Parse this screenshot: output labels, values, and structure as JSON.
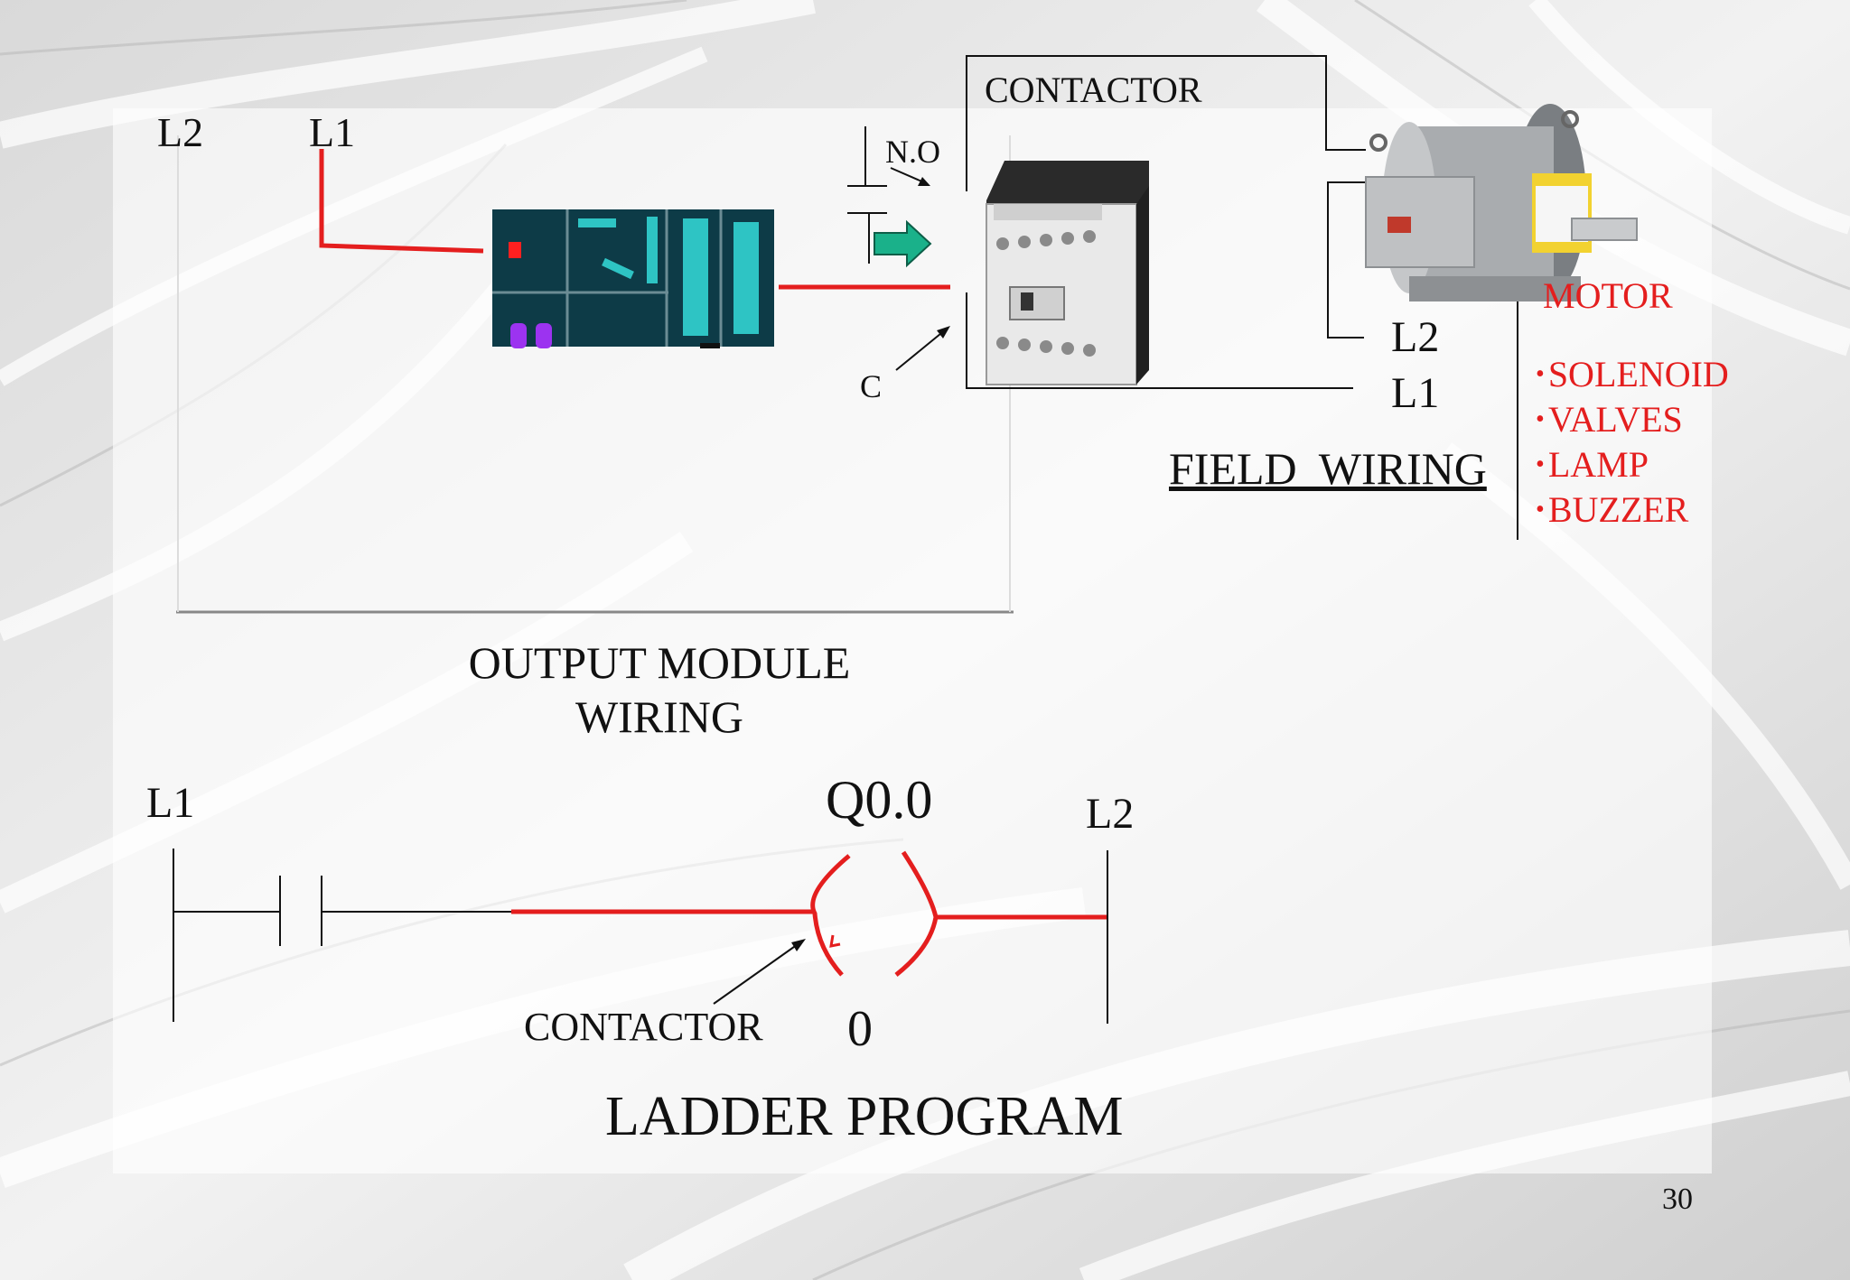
{
  "top": {
    "l2": "L2",
    "l1": "L1",
    "no": "N.O",
    "c": "C",
    "contactor": "CONTACTOR",
    "motor": "MOTOR",
    "field_l2": "L2",
    "field_l1": "L1",
    "field_wiring": "FIELD  WIRING",
    "loads": [
      "SOLENOID",
      "VALVES",
      "LAMP",
      "BUZZER"
    ],
    "output_line1": "OUTPUT MODULE",
    "output_line2": "WIRING"
  },
  "ladder": {
    "l1": "L1",
    "l2": "L2",
    "address": "Q0.0",
    "contactor": "CONTACTOR",
    "zero": "0",
    "title": "LADDER PROGRAM"
  },
  "page_number": "30",
  "colors": {
    "wire_red": "#e41e1e",
    "plc_body": "#0d3b47",
    "plc_cyan": "#2ec4c4",
    "arrow_green": "#1ab18a"
  }
}
